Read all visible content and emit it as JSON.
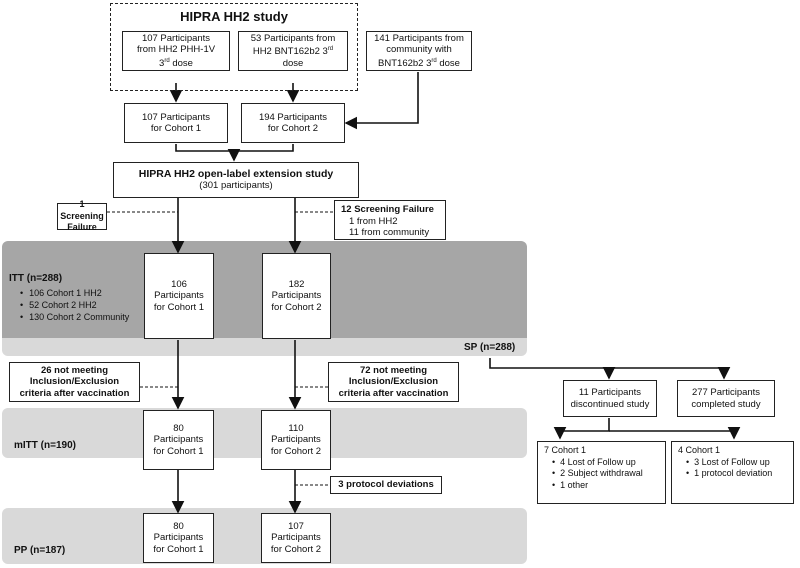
{
  "hh2_study": {
    "title": "HIPRA HH2 study",
    "phh_box": [
      "107  Participants",
      "from HH2 PHH-1V",
      "3rd dose"
    ],
    "bnt_box": [
      "53  Participants from",
      "HH2 BNT162b2 3rd",
      "dose"
    ]
  },
  "community_box": [
    "141  Participants from",
    "community with",
    "BNT162b2 3rd dose"
  ],
  "cohort1_initial": [
    "107  Participants",
    "for Cohort 1"
  ],
  "cohort2_initial": [
    "194  Participants",
    "for Cohort 2"
  ],
  "extension_study": {
    "title": "HIPRA HH2 open-label extension study",
    "subtitle": "(301 participants)"
  },
  "screening1": [
    "1 Screening",
    "Failure"
  ],
  "screening2": {
    "title": "12 Screening Failure",
    "lines": [
      "1 from HH2",
      "11 from community"
    ]
  },
  "itt": {
    "label": "ITT (n=288)",
    "bullets": [
      "106 Cohort 1 HH2",
      "52 Cohort 2 HH2",
      "130 Cohort 2 Community"
    ],
    "cohort1": [
      "106",
      "Participants",
      "for Cohort 1"
    ],
    "cohort2": [
      "182",
      "Participants",
      "for Cohort 2"
    ]
  },
  "sp_label": "SP (n=288)",
  "excl1": [
    "26 not meeting",
    "Inclusion/Exclusion",
    "criteria after vaccination"
  ],
  "excl2": [
    "72 not meeting",
    "Inclusion/Exclusion",
    "criteria after vaccination"
  ],
  "mitt": {
    "label": "mITT (n=190)",
    "cohort1": [
      "80",
      "Participants",
      "for Cohort 1"
    ],
    "cohort2": [
      "110",
      "Participants",
      "for Cohort 2"
    ]
  },
  "protocol_deviations": "3 protocol deviations",
  "pp": {
    "label": "PP (n=187)",
    "cohort1": [
      "80",
      "Participants",
      "for Cohort 1"
    ],
    "cohort2": [
      "107",
      "Participants",
      "for Cohort 2"
    ]
  },
  "discontinued": [
    "11  Participants",
    "discontinued study"
  ],
  "completed": [
    "277  Participants",
    "completed study"
  ],
  "disc_cohort7": {
    "title": "7 Cohort 1",
    "bullets": [
      "4 Lost of Follow up",
      "2 Subject withdrawal",
      "1 other"
    ]
  },
  "disc_cohort4": {
    "title": "4 Cohort 1",
    "bullets": [
      "3 Lost of Follow up",
      "1 protocol deviation"
    ]
  }
}
